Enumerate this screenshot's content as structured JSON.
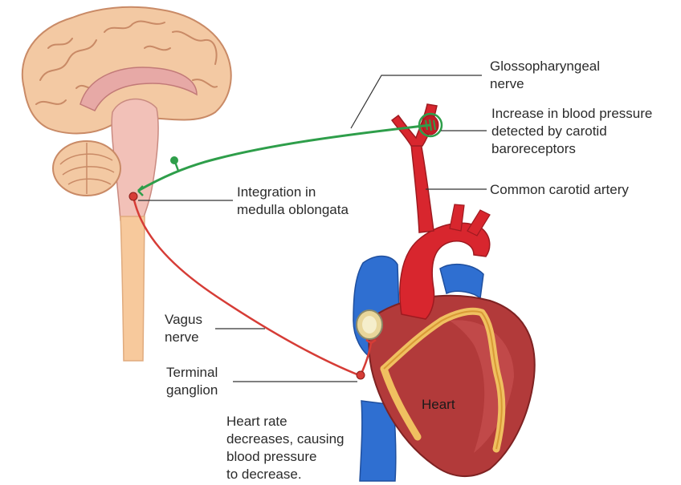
{
  "labels": {
    "glossopharyngeal": [
      "Glossopharyngeal",
      "nerve"
    ],
    "baroreceptors": [
      "Increase in blood pressure",
      "detected by carotid",
      "baroreceptors"
    ],
    "carotid_artery": "Common carotid artery",
    "integration": [
      "Integration in",
      "medulla oblongata"
    ],
    "vagus": [
      "Vagus",
      "nerve"
    ],
    "terminal_ganglion": [
      "Terminal",
      "ganglion"
    ],
    "heart": "Heart",
    "outcome": [
      "Heart rate",
      "decreases, causing",
      "blood pressure",
      "to decrease."
    ]
  },
  "colors": {
    "sensory_nerve": "#2e9e4a",
    "motor_nerve": "#d63c36",
    "artery": "#d8262e",
    "vein": "#2f6fd1",
    "brain": "#f3c9a3",
    "heart_muscle": "#b23a3a",
    "fat": "#f0c060",
    "leader_line": "#333333"
  }
}
